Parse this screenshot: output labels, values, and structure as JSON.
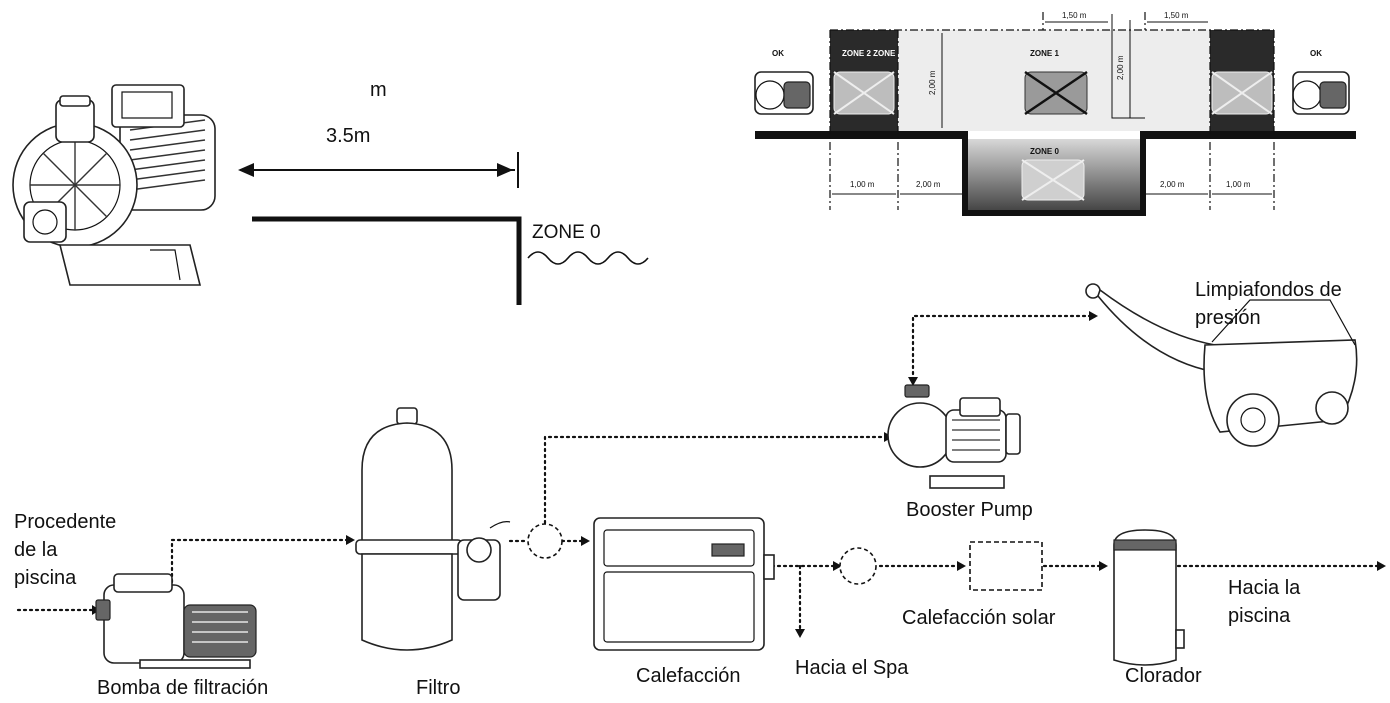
{
  "top_left": {
    "label_m": "m",
    "distance": "3.5m",
    "zone": "ZONE 0"
  },
  "zones_diagram": {
    "ok_left": "OK",
    "ok_right": "OK",
    "zone2": "ZONE 2 ZONE",
    "zone1": "ZONE 1",
    "zone0": "ZONE 0",
    "dim_150_a": "1,50 m",
    "dim_150_b": "1,50 m",
    "dim_200_v_left": "2,00 m",
    "dim_200_v_right": "2,00 m",
    "dim_100_left": "1,00 m",
    "dim_200_left": "2,00 m",
    "dim_200_right": "2,00 m",
    "dim_100_right": "1,00 m"
  },
  "circuit": {
    "procedente": [
      "Procedente",
      "de la",
      "piscina"
    ],
    "bomba": "Bomba de filtración",
    "filtro": "Filtro",
    "calefaccion": "Calefacción",
    "hacia_spa": "Hacia el Spa",
    "calef_solar": "Calefacción solar",
    "clorador": "Clorador",
    "hacia_piscina": [
      "Hacia la",
      "piscina"
    ],
    "booster": "Booster Pump",
    "limpiafondos": [
      "Limpiafondos de",
      "presión"
    ]
  }
}
